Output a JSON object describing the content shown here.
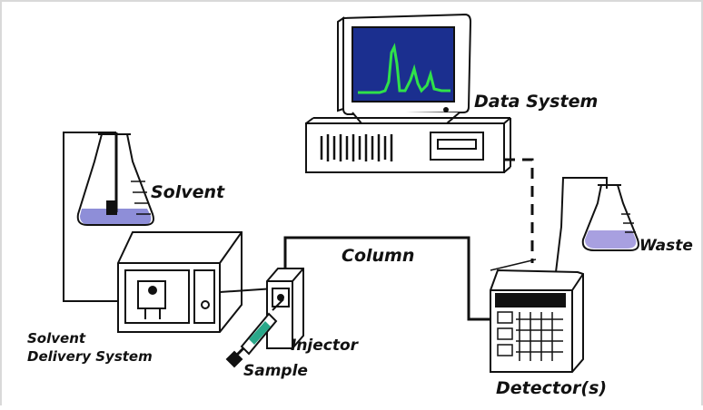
{
  "colors": {
    "ink": "#111111",
    "screen_bg": "#1b2f8f",
    "screen_trace": "#2fe24a",
    "liquid": "#8e8ed8",
    "liquid_waste": "#a8a0e0",
    "frame_gray": "#d9d9d9"
  },
  "labels": {
    "data_system": "Data System",
    "solvent": "Solvent",
    "column": "Column",
    "waste": "Waste",
    "solvent_delivery_line1": "Solvent",
    "solvent_delivery_line2": "Delivery System",
    "injector": "Injector",
    "sample": "Sample",
    "detectors": "Detector(s)"
  }
}
